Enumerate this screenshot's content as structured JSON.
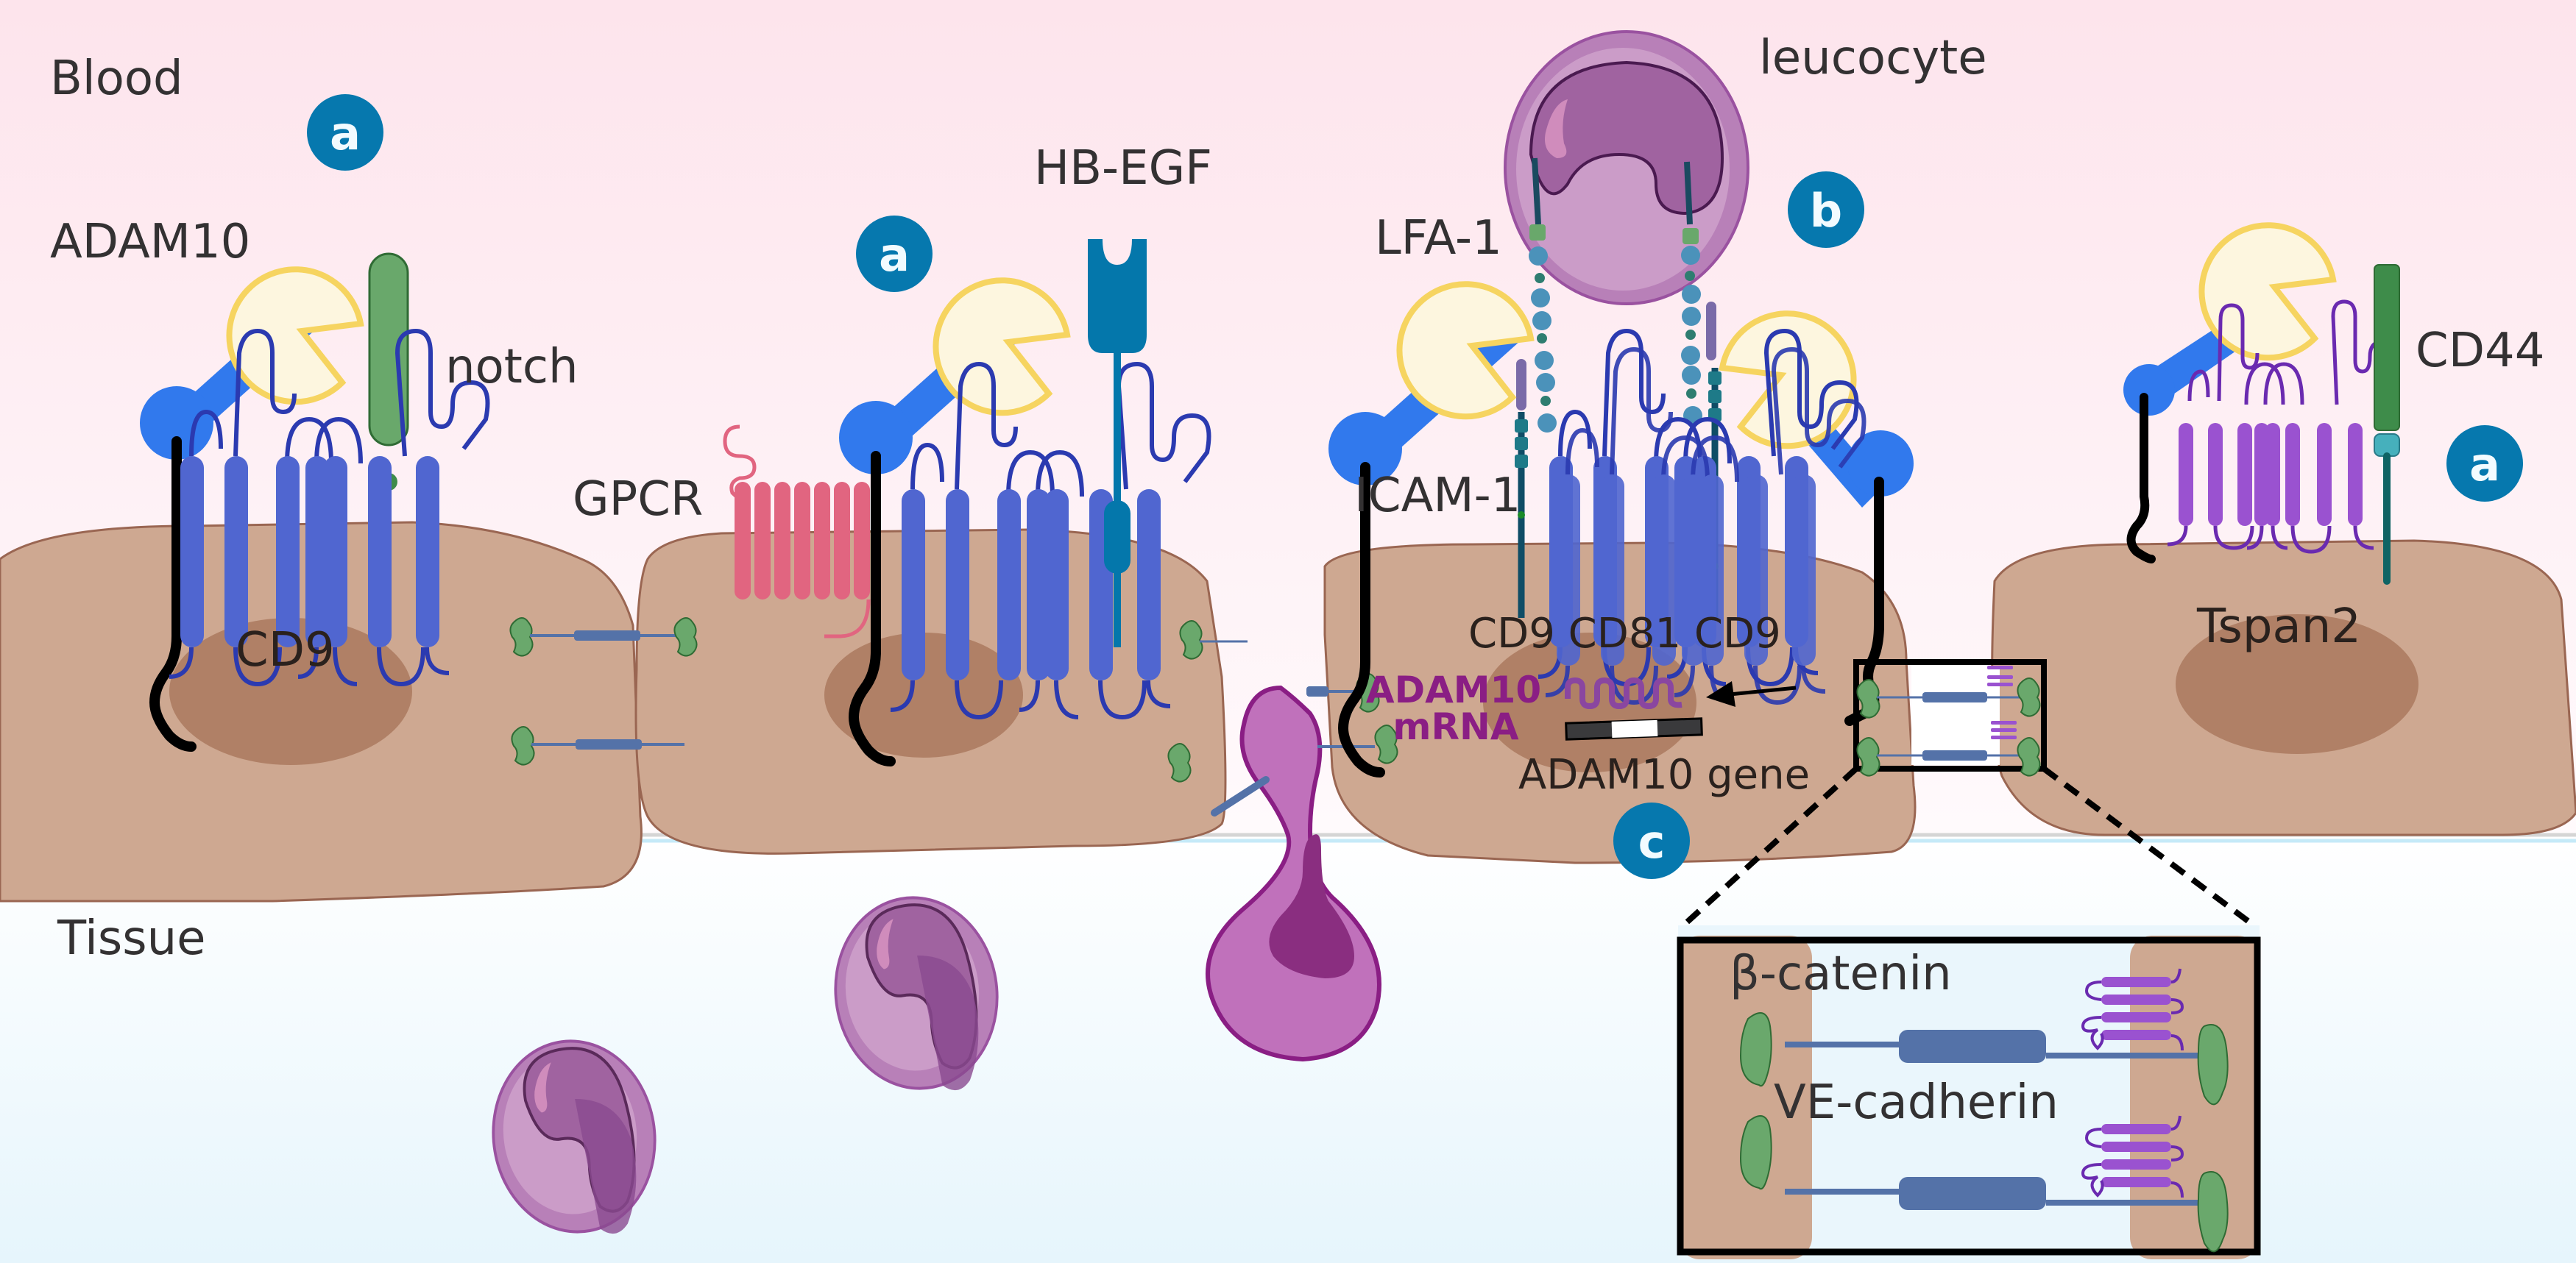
{
  "regions": {
    "blood": "Blood",
    "tissue": "Tissue"
  },
  "badges": {
    "a1": "a",
    "a2": "a",
    "a3": "a",
    "b": "b",
    "c": "c"
  },
  "labels": {
    "adam10": "ADAM10",
    "notch": "notch",
    "gpcr": "GPCR",
    "hb_egf": "HB-EGF",
    "leucocyte": "leucocyte",
    "lfa1": "LFA-1",
    "icam1": "ICAM-1",
    "cd44": "CD44",
    "cd9_left": "CD9",
    "cd9_cd81_cd9": "CD9 CD81 CD9",
    "tspan2": "Tspan2",
    "adam10_mrna_line1": "ADAM10",
    "adam10_mrna_line2": "mRNA",
    "adam10_gene": "ADAM10 gene",
    "beta_catenin": "β-catenin",
    "ve_cadherin": "VE-cadherin"
  },
  "colors": {
    "badge": "#0678ae",
    "cell": "#cea891",
    "cell_stroke": "#9a6652",
    "nucleus": "#b08066",
    "adam10": "#3179ed",
    "catalytic": "#fdf6df",
    "catalytic_stroke": "#f6d460",
    "tetraspanin_blue": "#5066d0",
    "tetraspanin_purple": "#9a52d0",
    "gpcr": "#e16580",
    "notch": "#69a86b",
    "cd44": "#3e8c4a",
    "hbegf": "#0477ab",
    "leukocyte": "#b880b8",
    "leukocyte_nucleus": "#a063a0",
    "transmigrating": "#c071bb",
    "mrna_text": "#8a1e84",
    "cadherin": "#5472a8",
    "catenin": "#6aa86c"
  }
}
